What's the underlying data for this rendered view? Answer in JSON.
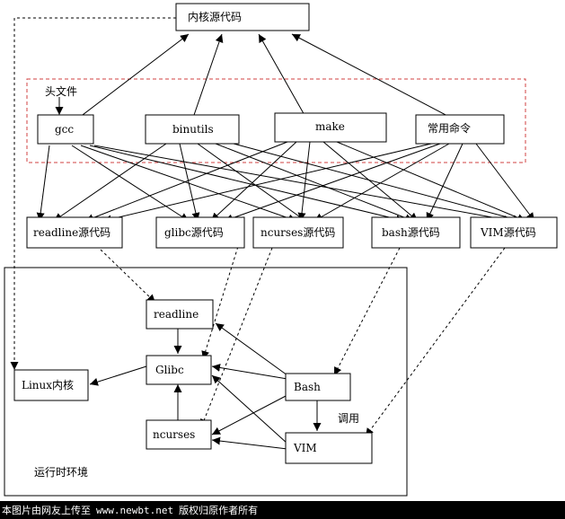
{
  "nodes": {
    "kernel_source": "内核源代码",
    "gcc": "gcc",
    "binutils": "binutils",
    "make": "make",
    "common_cmds": "常用命令",
    "readline_src": "readline源代码",
    "glibc_src": "glibc源代码",
    "ncurses_src": "ncurses源代码",
    "bash_src": "bash源代码",
    "vim_src": "VIM源代码",
    "readline": "readline",
    "glibc": "Glibc",
    "linux_kernel": "Linux内核",
    "bash": "Bash",
    "ncurses": "ncurses",
    "vim": "VIM"
  },
  "labels": {
    "headers": "头文件",
    "invoke": "调用",
    "runtime_env": "运行时环境"
  },
  "footer": {
    "text_before": "本图片由网友上传至",
    "site": "www.newbt.net",
    "text_after": "版权归原作者所有"
  }
}
